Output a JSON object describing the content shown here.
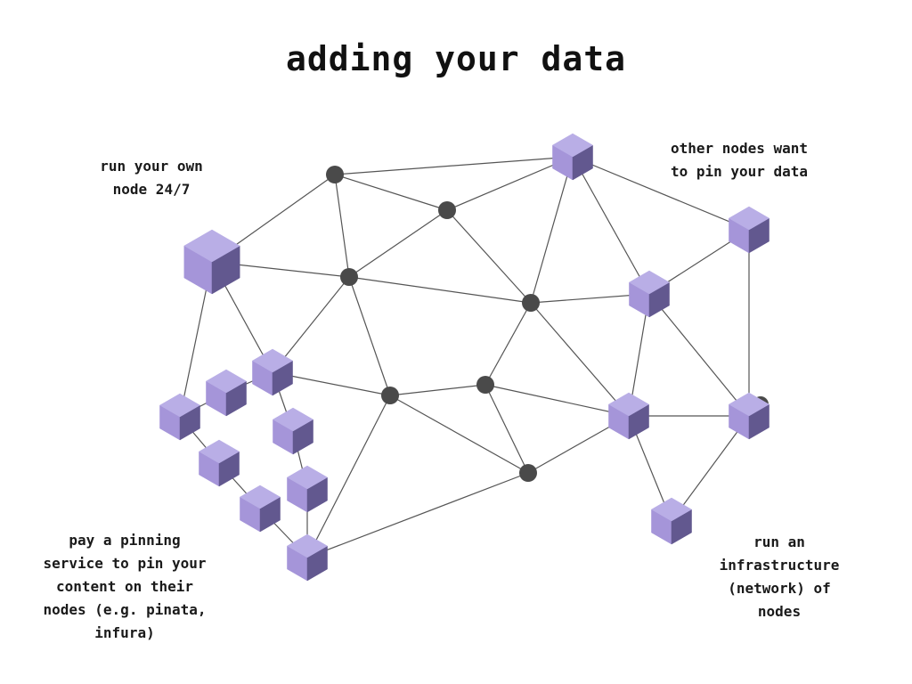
{
  "title": "adding your data",
  "captions": {
    "own_node": "run your own\nnode 24/7",
    "other_nodes": "other nodes want\nto pin your data",
    "pinning_service": "pay a pinning\nservice to pin your\ncontent on their\nnodes (e.g. pinata,\ninfura)",
    "infrastructure": "run an\ninfrastructure\n(network) of\nnodes"
  },
  "colors": {
    "edge": "#555555",
    "hub": "#4a4a4a",
    "cube_top": "#b9aee6",
    "cube_left": "#a595d9",
    "cube_right": "#62588f"
  }
}
